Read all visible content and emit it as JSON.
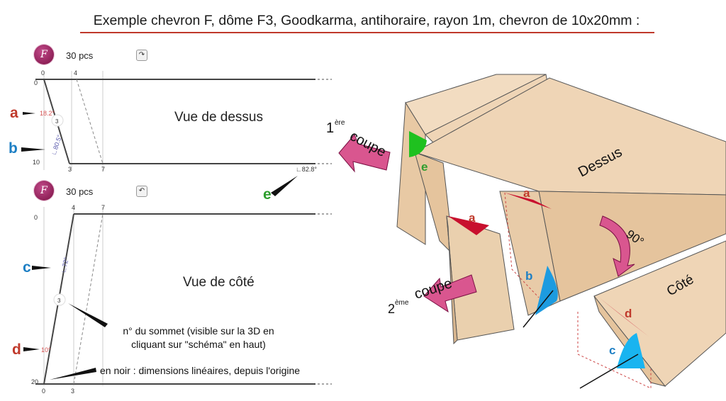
{
  "title": "Exemple chevron F, dôme F3, Goodkarma, antihoraire, rayon 1m, chevron de 10x20mm :",
  "colors": {
    "red": "#c0392b",
    "blue": "#1d7fc4",
    "green": "#2e9e2e",
    "wood": "#efd5b6",
    "arrow": "#d9568f"
  },
  "top_view": {
    "badge": "F",
    "qty": "30 pcs",
    "rotate_icon": "rotate-icon",
    "label": "Vue de dessus",
    "ticks_top": [
      "0",
      "4"
    ],
    "ticks_bottom": [
      "3",
      "7"
    ],
    "ticks_left": [
      "0",
      "10"
    ],
    "angle_a": "18.2°",
    "vertex": "3",
    "angle_b": "∟80.5°",
    "angle_e": "∟82.8°"
  },
  "side_view": {
    "badge": "F",
    "qty": "30 pcs",
    "rotate_icon": "rotate-icon",
    "label": "Vue de côté",
    "ticks_top": [
      "4",
      "7"
    ],
    "ticks_bottom": [
      "0",
      "3"
    ],
    "ticks_left": [
      "0",
      "20"
    ],
    "angle_c": "∟72°",
    "vertex": "3",
    "angle_d": "10°"
  },
  "markers": {
    "a": "a",
    "b": "b",
    "c": "c",
    "d": "d",
    "e": "e"
  },
  "notes": {
    "vertex_note": "n° du sommet (visible sur la 3D en cliquant sur \"schéma\" en haut)",
    "black_note": "en noir : dimensions linéaires, depuis l'origine"
  },
  "drawing": {
    "cut1_pre": "1",
    "cut1_sup": "ère",
    "cut1_word": "coupe",
    "cut2_pre": "2",
    "cut2_sup": "ème",
    "cut2_word": "coupe",
    "dessus": "Dessus",
    "cote": "Côté",
    "rotation": "90°",
    "labels": {
      "e": "e",
      "a1": "a",
      "a2": "a",
      "b": "b",
      "d": "d",
      "c": "c"
    }
  }
}
